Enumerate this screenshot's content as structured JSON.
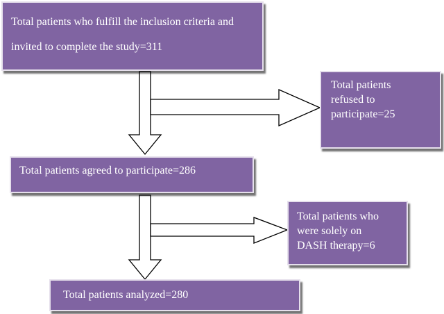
{
  "flowchart": {
    "box_fill": "#8064a2",
    "box_border": "#e6e0ec",
    "text_color": "#ffffff",
    "boxes": [
      {
        "id": "invited",
        "lines": [
          "Total patients who fulfill the inclusion criteria and",
          "invited to complete the study=311"
        ]
      },
      {
        "id": "refused",
        "lines": [
          "Total patients",
          "refused to",
          "participate=25"
        ]
      },
      {
        "id": "agreed",
        "lines": [
          "Total patients agreed to participate=286"
        ]
      },
      {
        "id": "dash",
        "lines": [
          "Total patients who",
          "were solely on",
          "DASH therapy=6"
        ]
      },
      {
        "id": "analyzed",
        "lines": [
          "Total patients analyzed=280"
        ]
      }
    ]
  }
}
